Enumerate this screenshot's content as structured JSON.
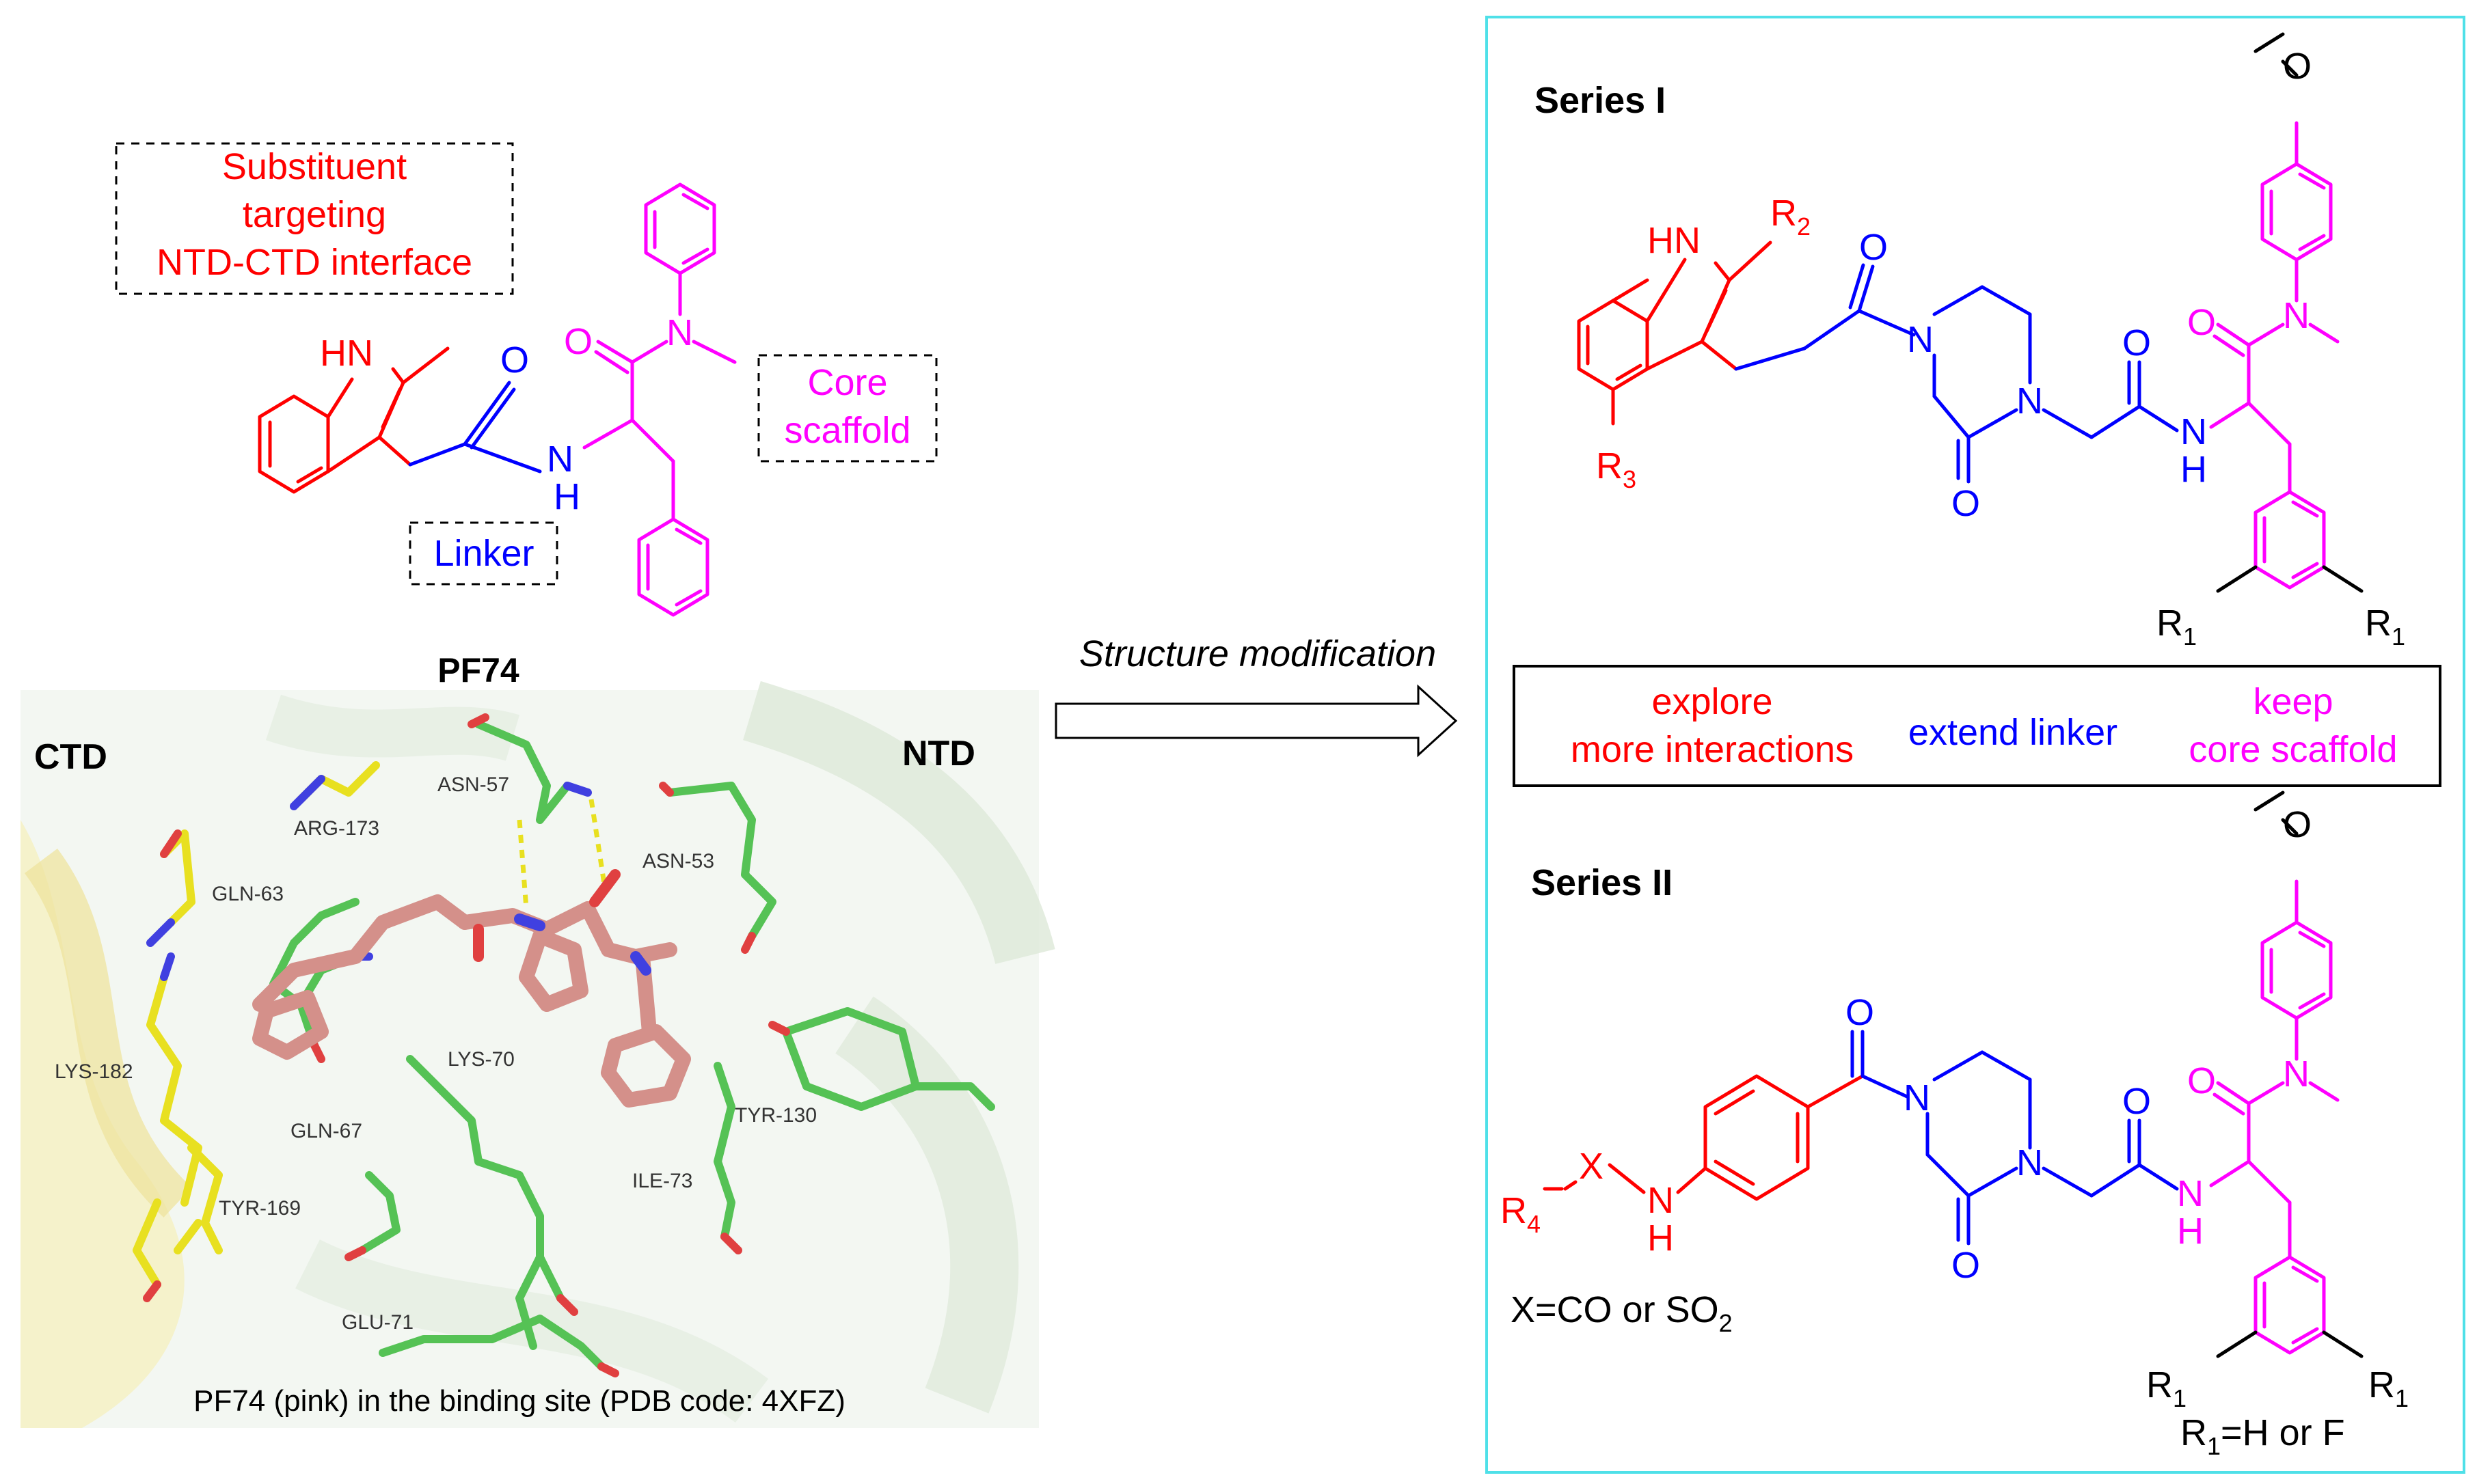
{
  "colors": {
    "substituent": "#ff0000",
    "linker": "#0000ff",
    "core": "#ff00ff",
    "panel_border": "#4fe0e8",
    "ligand": "#d4908a",
    "residue_green": "#55c255",
    "residue_yellow": "#e8e020",
    "hbond": "#e8e020"
  },
  "pf74": {
    "label_substituent": [
      "Substituent",
      "targeting",
      "NTD-CTD interface"
    ],
    "label_core": [
      "Core",
      "scaffold"
    ],
    "label_linker": "Linker",
    "name": "PF74",
    "atoms": {
      "hn": "HN",
      "o_amide": "O",
      "n_amide": "N",
      "h_amide": "H",
      "o_core": "O",
      "n_core": "N"
    }
  },
  "binding_site": {
    "ctd": "CTD",
    "ntd": "NTD",
    "residues": [
      "ASN-57",
      "ARG-173",
      "ASN-53",
      "GLN-63",
      "LYS-70",
      "LYS-182",
      "GLN-67",
      "TYR-130",
      "ILE-73",
      "TYR-169",
      "GLU-71"
    ],
    "caption": "PF74 (pink) in the binding site (PDB code: 4XFZ)"
  },
  "arrow": {
    "label": "Structure modification"
  },
  "series_1": {
    "title": "Series I",
    "atoms": {
      "hn": "HN",
      "r2": "R",
      "r2_sub": "2",
      "r3": "R",
      "r3_sub": "3",
      "o1": "O",
      "n1": "N",
      "n2": "N",
      "o2": "O",
      "o3": "O",
      "nh_n": "N",
      "nh_h": "H",
      "o_core": "O",
      "n_core": "N",
      "o_methoxy": "O",
      "r1a": "R",
      "r1a_sub": "1",
      "r1b": "R",
      "r1b_sub": "1"
    }
  },
  "strategy_box": {
    "col1": [
      "explore",
      "more interactions"
    ],
    "col2": "extend linker",
    "col3": [
      "keep",
      "core scaffold"
    ]
  },
  "series_2": {
    "title": "Series II",
    "atoms": {
      "r4": "R",
      "r4_sub": "4",
      "x": "X",
      "nh_n": "N",
      "nh_h": "H",
      "o1": "O",
      "n1": "N",
      "n2": "N",
      "o2": "O",
      "o3": "O",
      "nh2_n": "N",
      "nh2_h": "H",
      "o_core": "O",
      "n_core": "N",
      "o_methoxy": "O",
      "r1a": "R",
      "r1a_sub": "1",
      "r1b": "R",
      "r1b_sub": "1"
    },
    "note_x": "X=CO or SO",
    "note_x_sub": "2",
    "note_r1": "R",
    "note_r1_sub": "1",
    "note_r1_rest": "=H or F"
  }
}
